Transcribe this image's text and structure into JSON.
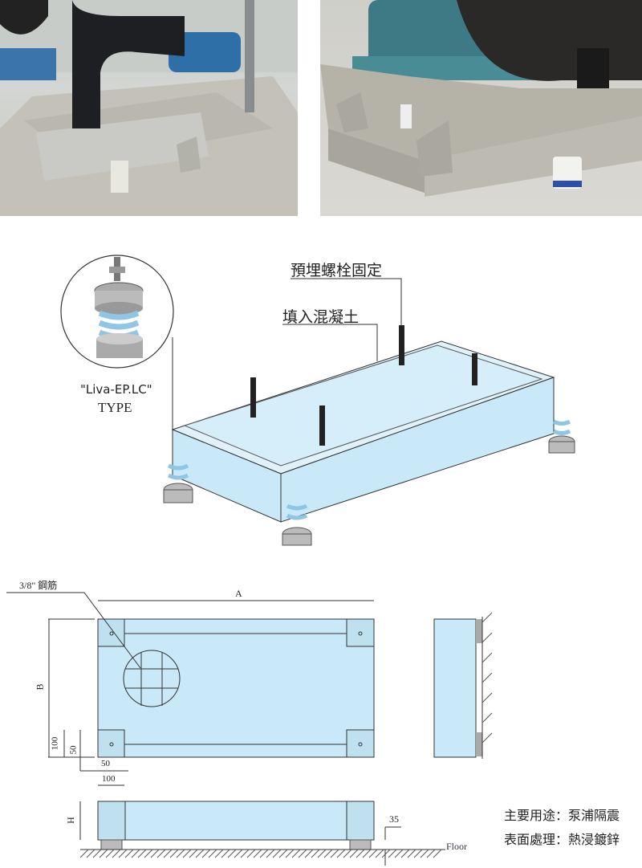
{
  "photos": [
    {
      "name": "pump-base-photo-left"
    },
    {
      "name": "pump-base-photo-right"
    }
  ],
  "isometric": {
    "callout_bolt": "預埋螺栓固定",
    "callout_concrete": "填入混凝土",
    "mount_model": "\"Liva-EP.LC\"",
    "mount_type": "TYPE"
  },
  "plan_view": {
    "rebar_label": "3/8\" 鋼筋",
    "dim_a": "A",
    "dim_b": "B",
    "dim_100_v": "100",
    "dim_50_v": "50",
    "dim_50_h": "50",
    "dim_100_h": "100"
  },
  "elevation": {
    "dim_h": "H",
    "dim_35": "35",
    "floor_label": "Floor"
  },
  "specs": {
    "usage": "主要用途：泵浦隔震",
    "finish": "表面處理：熱浸鍍鋅"
  },
  "colors": {
    "steel_fill": "#c9e9f8",
    "line": "#333333"
  }
}
